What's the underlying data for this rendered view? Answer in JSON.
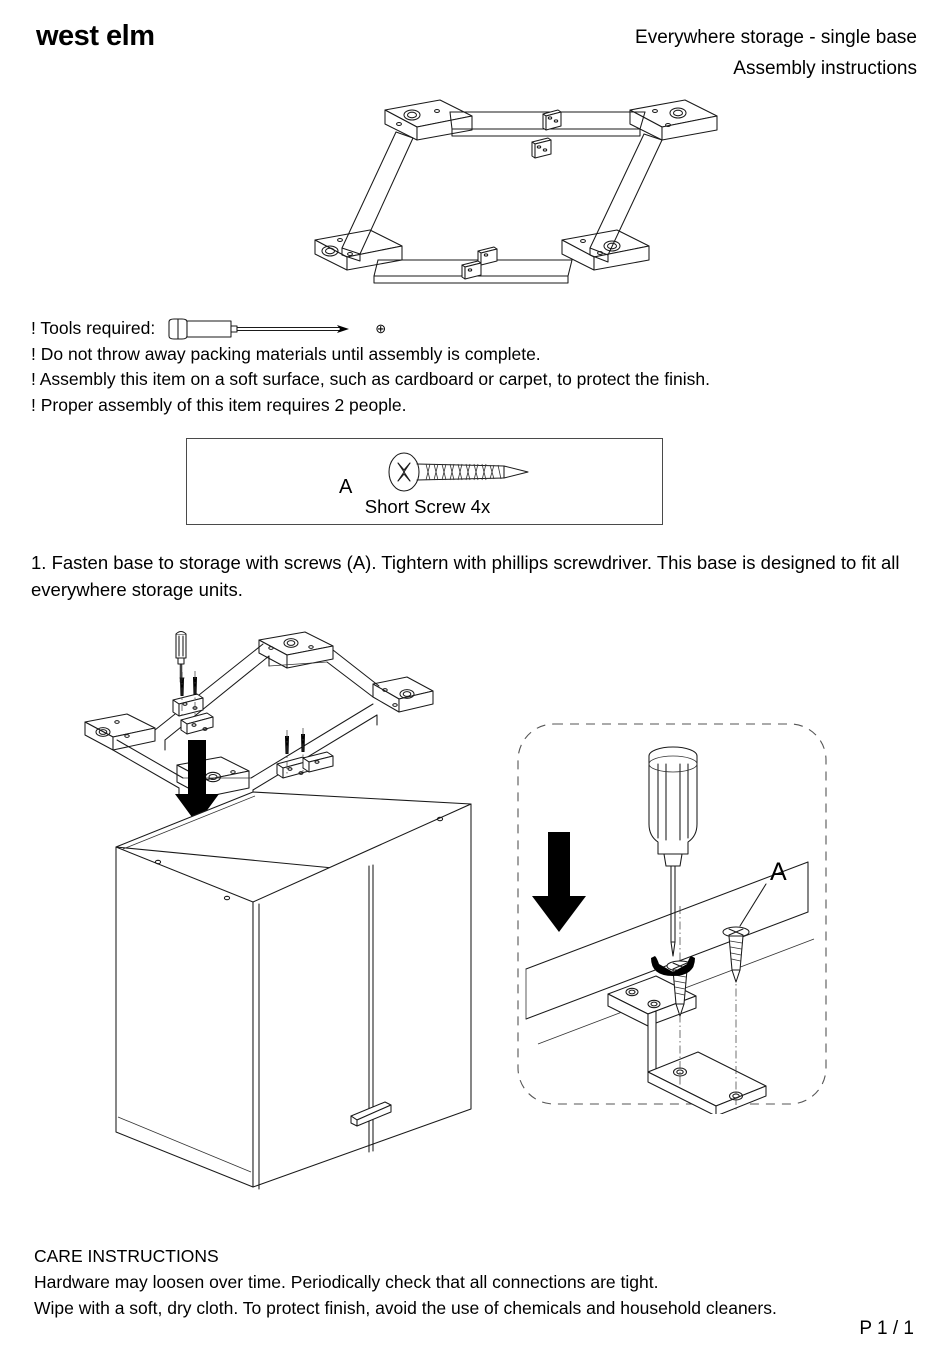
{
  "document": {
    "brand": "west elm",
    "product_title": "Everywhere storage - single base",
    "doc_type": "Assembly instructions",
    "page_label": "P 1 / 1"
  },
  "warnings": {
    "tools_label": "! Tools required:",
    "tool_icon": "phillips-screwdriver-icon",
    "tool_head_symbol": "⊕",
    "lines": [
      "! Do not throw away packing materials until assembly is complete.",
      "! Assembly this item on a soft surface, such as cardboard or carpet, to protect the finish.",
      "! Proper assembly of this item requires 2 people."
    ]
  },
  "parts": {
    "items": [
      {
        "letter": "A",
        "caption": "Short Screw 4x",
        "icon": "screw-icon"
      }
    ]
  },
  "step": {
    "text": "1. Fasten base to storage with screws (A). Tightern with phillips screwdriver. This base is designed to fit all everywhere storage units."
  },
  "figures": {
    "top_figure": {
      "name": "base-frame-exploded-figure",
      "description": "Isometric view of the assembled rectangular base frame with four corner blocks and two L-brackets"
    },
    "main_figure": {
      "name": "base-onto-cabinet-figure",
      "description": "Base frame lowering onto the two-door storage cabinet with a downward arrow"
    },
    "detail_figure": {
      "name": "screw-detail-callout",
      "description": "Close-up of phillips screwdriver driving screws A through an L-bracket into the rail",
      "callout_label": "A"
    }
  },
  "care": {
    "heading": "CARE INSTRUCTIONS",
    "lines": [
      "Hardware may loosen over time. Periodically check that all connections are tight.",
      "Wipe with a soft, dry cloth. To protect finish, avoid the use of chemicals and household cleaners."
    ]
  },
  "colors": {
    "ink": "#1a1a1a",
    "box_border": "#4a4a4a",
    "dashed_border": "#555555"
  }
}
